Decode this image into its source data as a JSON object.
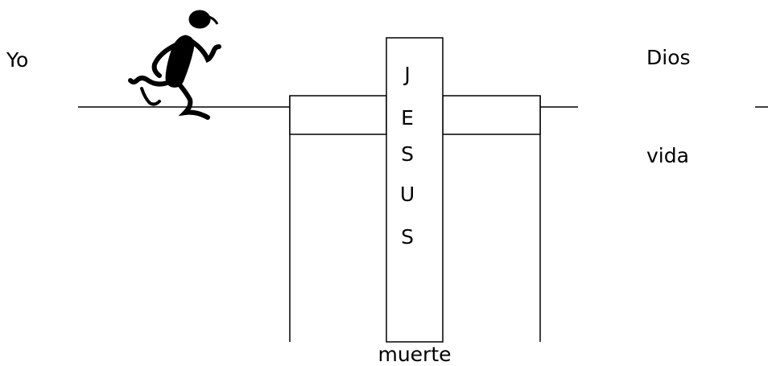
{
  "labels": {
    "left": "Yo",
    "right_top": "Dios",
    "right_bottom": "vida",
    "bottom": "muerte"
  },
  "cross_letters": [
    "J",
    "E",
    "S",
    "U",
    "S"
  ],
  "icons": {
    "runner": "running-person-icon"
  },
  "colors": {
    "ink": "#000000",
    "background": "#ffffff"
  }
}
